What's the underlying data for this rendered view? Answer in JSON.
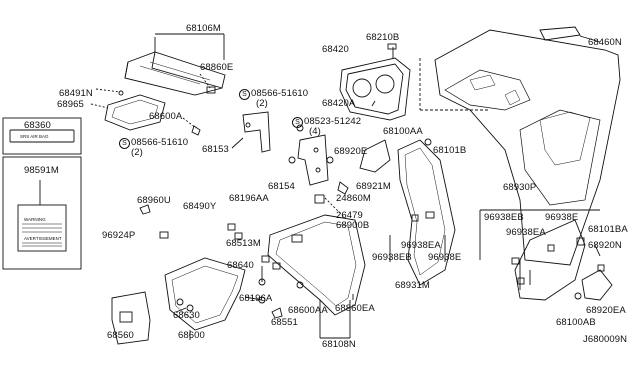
{
  "parts": {
    "p68106M": "68106M",
    "p68491N": "68491N",
    "p68860E": "68860E",
    "p68965": "68965",
    "p68600A": "68600A",
    "p68566_51610_a": "08566-51610",
    "p68566_51610_a_qty": "(2)",
    "p68566_51610_b": "08566-51610",
    "p68566_51610_b_qty": "(2)",
    "p68153": "68153",
    "p68523_51242": "08523-51242",
    "p68523_51242_qty": "(4)",
    "p68210B": "68210B",
    "p68420": "68420",
    "p68420A": "68420A",
    "p68460N": "68460N",
    "p68100AA": "68100AA",
    "p68101B": "68101B",
    "p68920E": "68920E",
    "p68921M": "68921M",
    "p68154": "68154",
    "p24860M": "24860M",
    "p26479": "26479",
    "p68900B": "68900B",
    "p68360": "68360",
    "p98591M": "98591M",
    "p68960U": "68960U",
    "p68490Y": "68490Y",
    "p96924P": "96924P",
    "p68196AA": "68196AA",
    "p68513M": "68513M",
    "p68640": "68640",
    "p68196A": "68196A",
    "p68600AA": "68600AA",
    "p68551": "68551",
    "p68630": "68630",
    "p68600": "68600",
    "p68560": "68560",
    "p68860EA": "68860EA",
    "p68108N": "68108N",
    "p68930P": "68930P",
    "p96938EB_a": "96938EB",
    "p96938E_a": "96938E",
    "p96938EA_a": "96938EA",
    "p68101BA": "68101BA",
    "p68920N": "68920N",
    "p96938EA_b": "96938EA",
    "p96938EB_b": "96938EB",
    "p96938E_b": "96938E",
    "p68931M": "68931M",
    "p68920EA": "68920EA",
    "p68100AB": "68100AB",
    "diagram_ref": "J680009N"
  },
  "symbols": {
    "screw_marker": "S"
  },
  "stickers": {
    "srs_text": "SRS AIR BAG",
    "warning_text": "WARNING",
    "advertissement_text": "AVERTISSEMENT"
  }
}
